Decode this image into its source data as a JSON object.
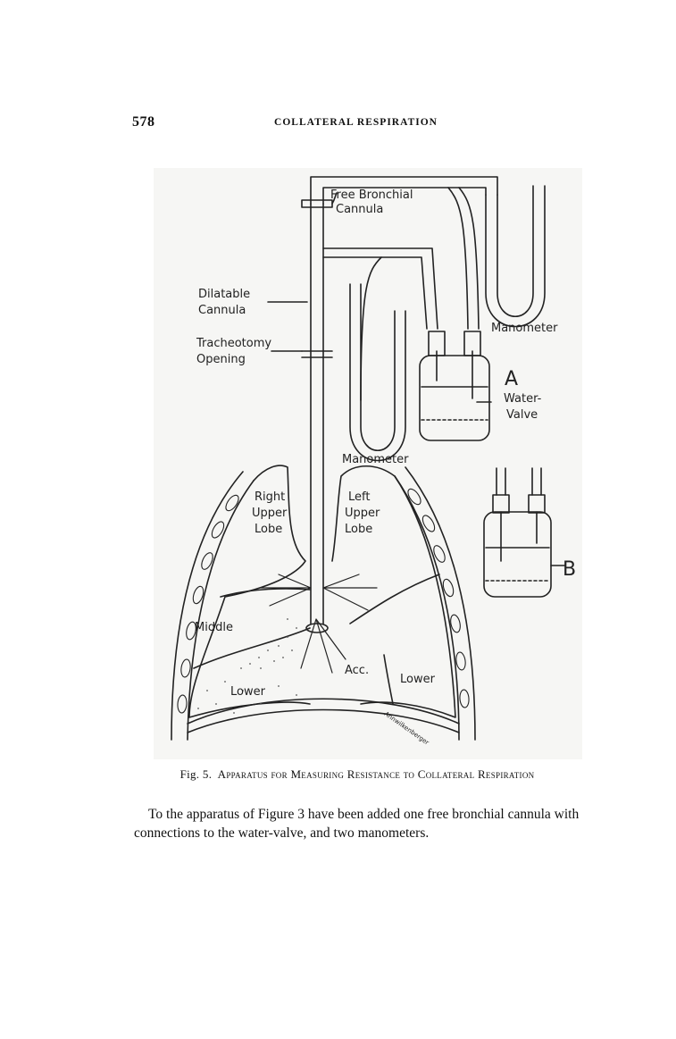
{
  "header": {
    "page_number": "578",
    "running_head": "COLLATERAL RESPIRATION"
  },
  "figure": {
    "labels": {
      "free_bronchial_cannula_1": "Free Bronchial",
      "free_bronchial_cannula_2": "Cannula",
      "dilatable_cannula_1": "Dilatable",
      "dilatable_cannula_2": "Cannula",
      "tracheotomy_opening_1": "Tracheotomy",
      "tracheotomy_opening_2": "Opening",
      "manometer_right": "Manometer",
      "manometer_left": "Manometer",
      "water_valve_letter": "A",
      "water_valve_1": "Water-",
      "water_valve_2": "Valve",
      "valve_b_letter": "B",
      "right_upper_lobe_1": "Right",
      "right_upper_lobe_2": "Upper",
      "right_upper_lobe_3": "Lobe",
      "left_upper_lobe_1": "Left",
      "left_upper_lobe_2": "Upper",
      "left_upper_lobe_3": "Lobe",
      "middle": "Middle",
      "lower_right": "Lower",
      "acc": "Acc.",
      "lower_left": "Lower",
      "signature": "Annwilkenberger"
    }
  },
  "caption": {
    "fig_number": "Fig. 5.",
    "title": "Apparatus for Measuring Resistance to Collateral Respiration"
  },
  "body": {
    "paragraph": "To the apparatus of Figure 3 have been added one free bronchial cannula with connections to the water-valve, and two manometers."
  }
}
